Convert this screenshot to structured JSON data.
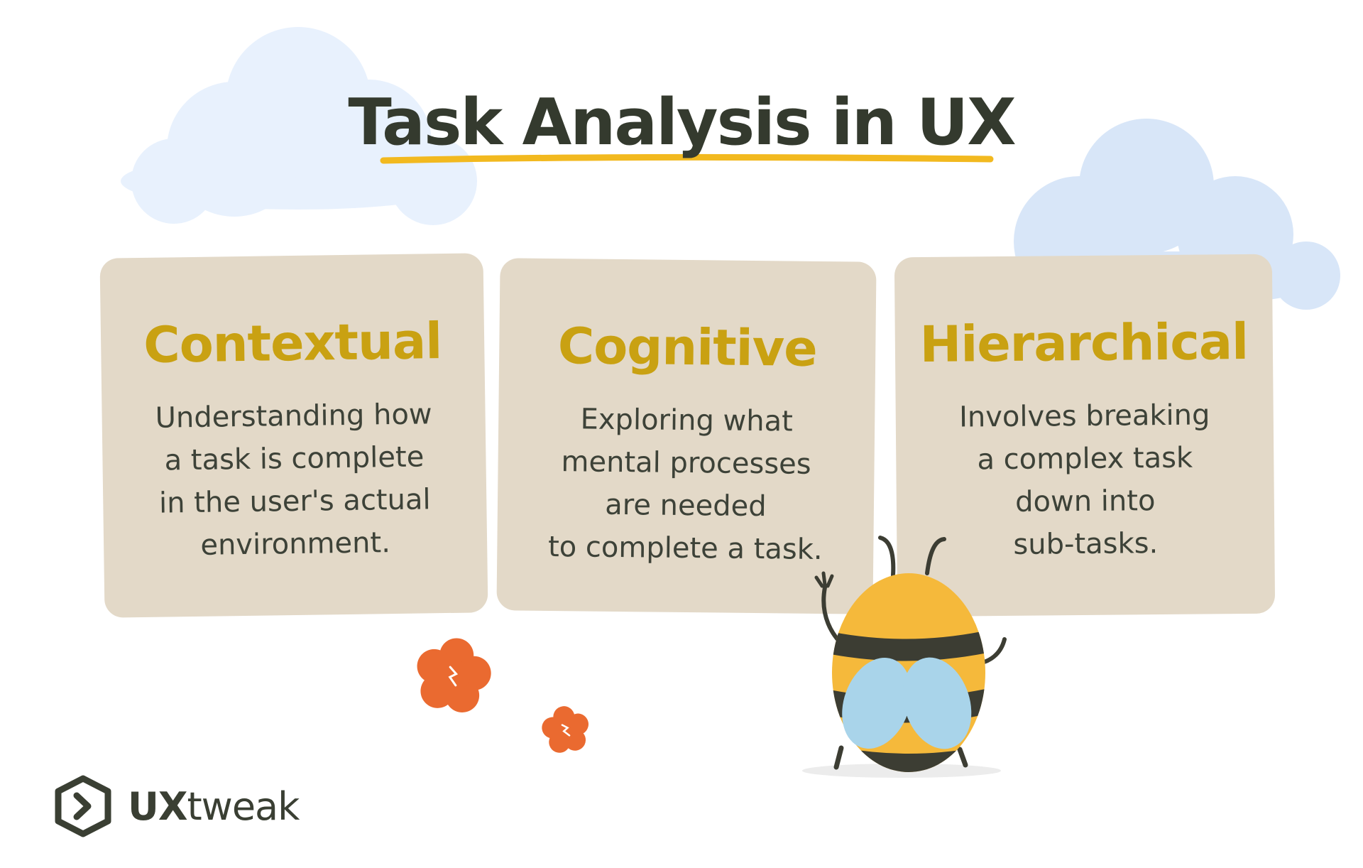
{
  "title": "Task Analysis in UX",
  "cards": [
    {
      "title": "Contextual",
      "text": "Understanding how\na task is complete\nin the user's actual\nenvironment."
    },
    {
      "title": "Cognitive",
      "text": "Exploring what\nmental processes\nare needed\nto complete a task."
    },
    {
      "title": "Hierarchical",
      "text": "Involves breaking\na complex task\ndown into\nsub-tasks."
    }
  ],
  "brand": {
    "name_bold": "UX",
    "name_regular": "tweak"
  },
  "colors": {
    "title": "#343a2e",
    "underline": "#f2b91f",
    "card_bg": "#e3d9c8",
    "card_title": "#c9a112",
    "card_text": "#3d4238",
    "cloud_left": "#e8f1fd",
    "cloud_right": "#d8e6f8",
    "flower": "#ea6a30",
    "bee_body": "#f5b93b",
    "bee_stripe": "#3c3d33",
    "bee_wing": "#a9d4ea"
  },
  "icons": [
    "cloud-icon",
    "flower-icon",
    "bee-mascot",
    "uxtweak-logo-icon"
  ]
}
